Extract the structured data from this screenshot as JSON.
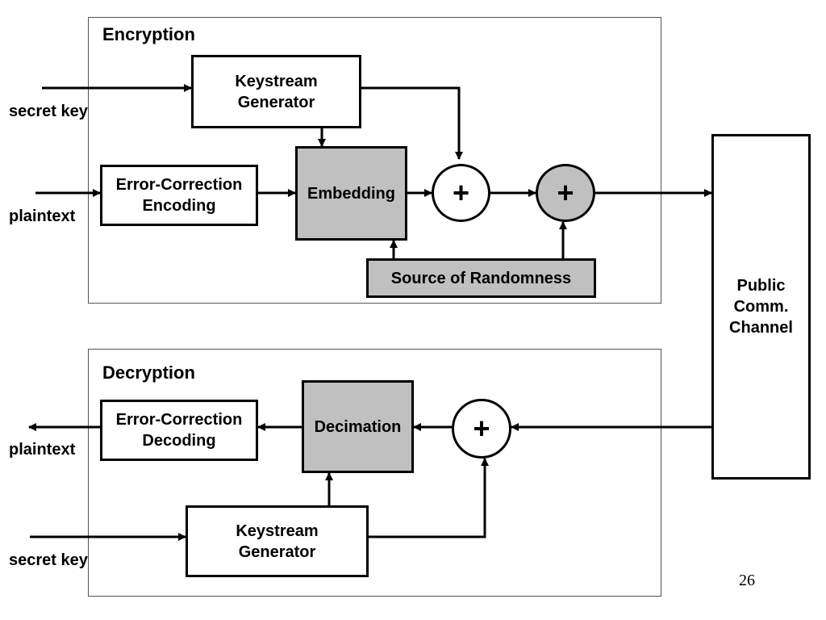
{
  "encryption": {
    "title": "Encryption",
    "secret_key_label": "secret key",
    "plaintext_label": "plaintext",
    "keystream_generator": "Keystream\nGenerator",
    "error_correction": "Error-Correction\nEncoding",
    "embedding": "Embedding",
    "source_of_randomness": "Source of Randomness",
    "xor_symbol": "+",
    "add_symbol": "+"
  },
  "channel": {
    "label": "Public\nComm.\nChannel"
  },
  "decryption": {
    "title": "Decryption",
    "plaintext_label": "plaintext",
    "secret_key_label": "secret key",
    "error_correction": "Error-Correction\nDecoding",
    "decimation": "Decimation",
    "keystream_generator": "Keystream\nGenerator",
    "xor_symbol": "+"
  },
  "page_number": "26",
  "colors": {
    "gray_fill": "#c0c0c0",
    "stroke": "#000000"
  }
}
